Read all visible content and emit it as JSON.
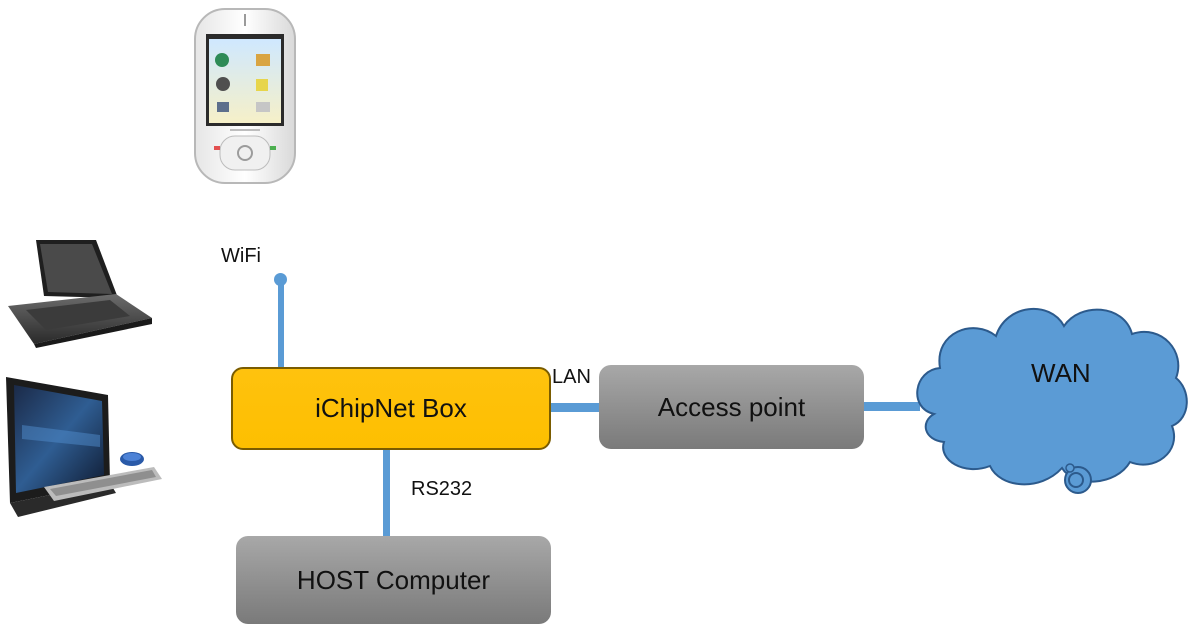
{
  "diagram": {
    "main_box": {
      "label": "iChipNet Box"
    },
    "access_point": {
      "label": "Access point"
    },
    "host_computer": {
      "label": "HOST Computer"
    },
    "wan_cloud": {
      "label": "WAN"
    },
    "links": {
      "wifi": "WiFi",
      "lan": "LAN",
      "rs232": "RS232"
    },
    "devices": [
      "smartphone-icon",
      "laptop-icon",
      "desktop-computer-icon"
    ],
    "colors": {
      "main_box": "#ffc000",
      "gray_box": "#8e8e8e",
      "wire": "#5a9bd5",
      "cloud": "#5b9bd5"
    }
  }
}
